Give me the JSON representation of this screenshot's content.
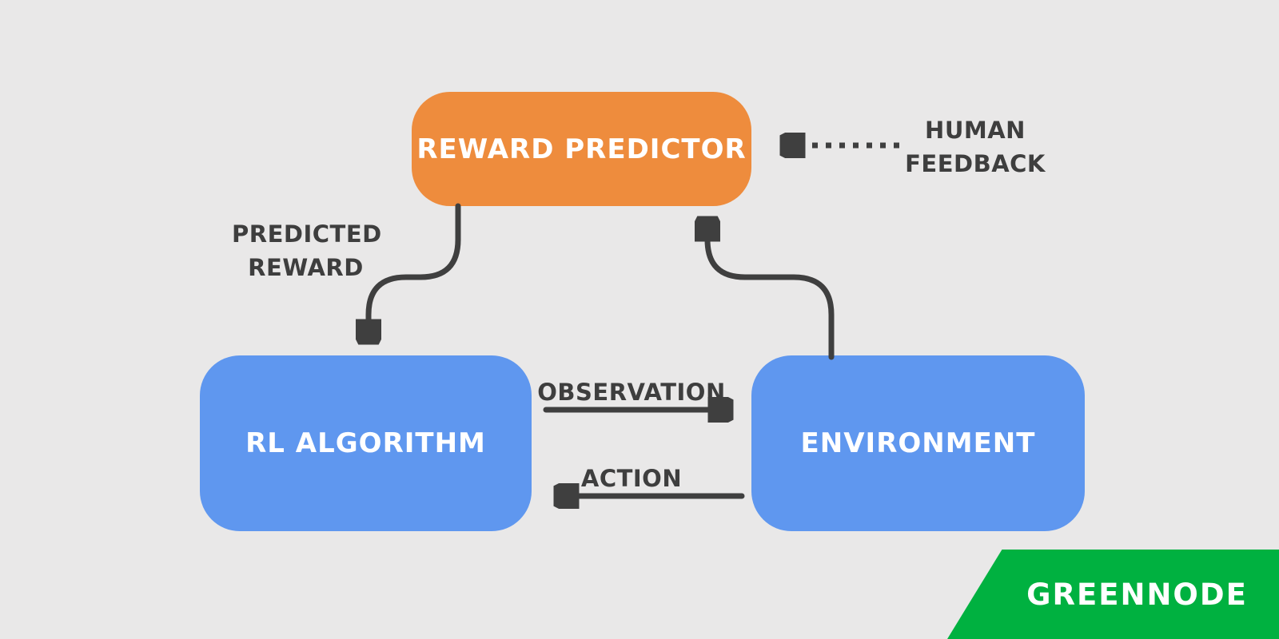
{
  "colors": {
    "background": "#e9e8e8",
    "node_orange": "#ee8c3d",
    "node_blue": "#5f97ef",
    "arrow_and_label": "#3f3f3f",
    "node_text": "#ffffff",
    "brand_green": "#00b140",
    "brand_text": "#ffffff"
  },
  "nodes": {
    "reward_predictor": {
      "label": "REWARD PREDICTOR"
    },
    "rl_algorithm": {
      "label": "RL ALGORITHM"
    },
    "environment": {
      "label": "ENVIRONMENT"
    }
  },
  "edges": {
    "human_feedback": {
      "label": "HUMAN\nFEEDBACK",
      "style": "dotted",
      "direction": "right-to-left into reward predictor"
    },
    "predicted_reward": {
      "label": "PREDICTED\nREWARD",
      "style": "solid curved",
      "direction": "reward predictor down to rl algorithm"
    },
    "environment_to_predictor": {
      "label": "",
      "style": "solid curved",
      "direction": "environment up to reward predictor"
    },
    "observation": {
      "label": "OBSERVATION",
      "style": "solid",
      "direction": "rl algorithm to environment"
    },
    "action": {
      "label": "ACTION",
      "style": "solid",
      "direction": "environment to rl algorithm"
    }
  },
  "brand": {
    "name": "GREENNODE"
  }
}
